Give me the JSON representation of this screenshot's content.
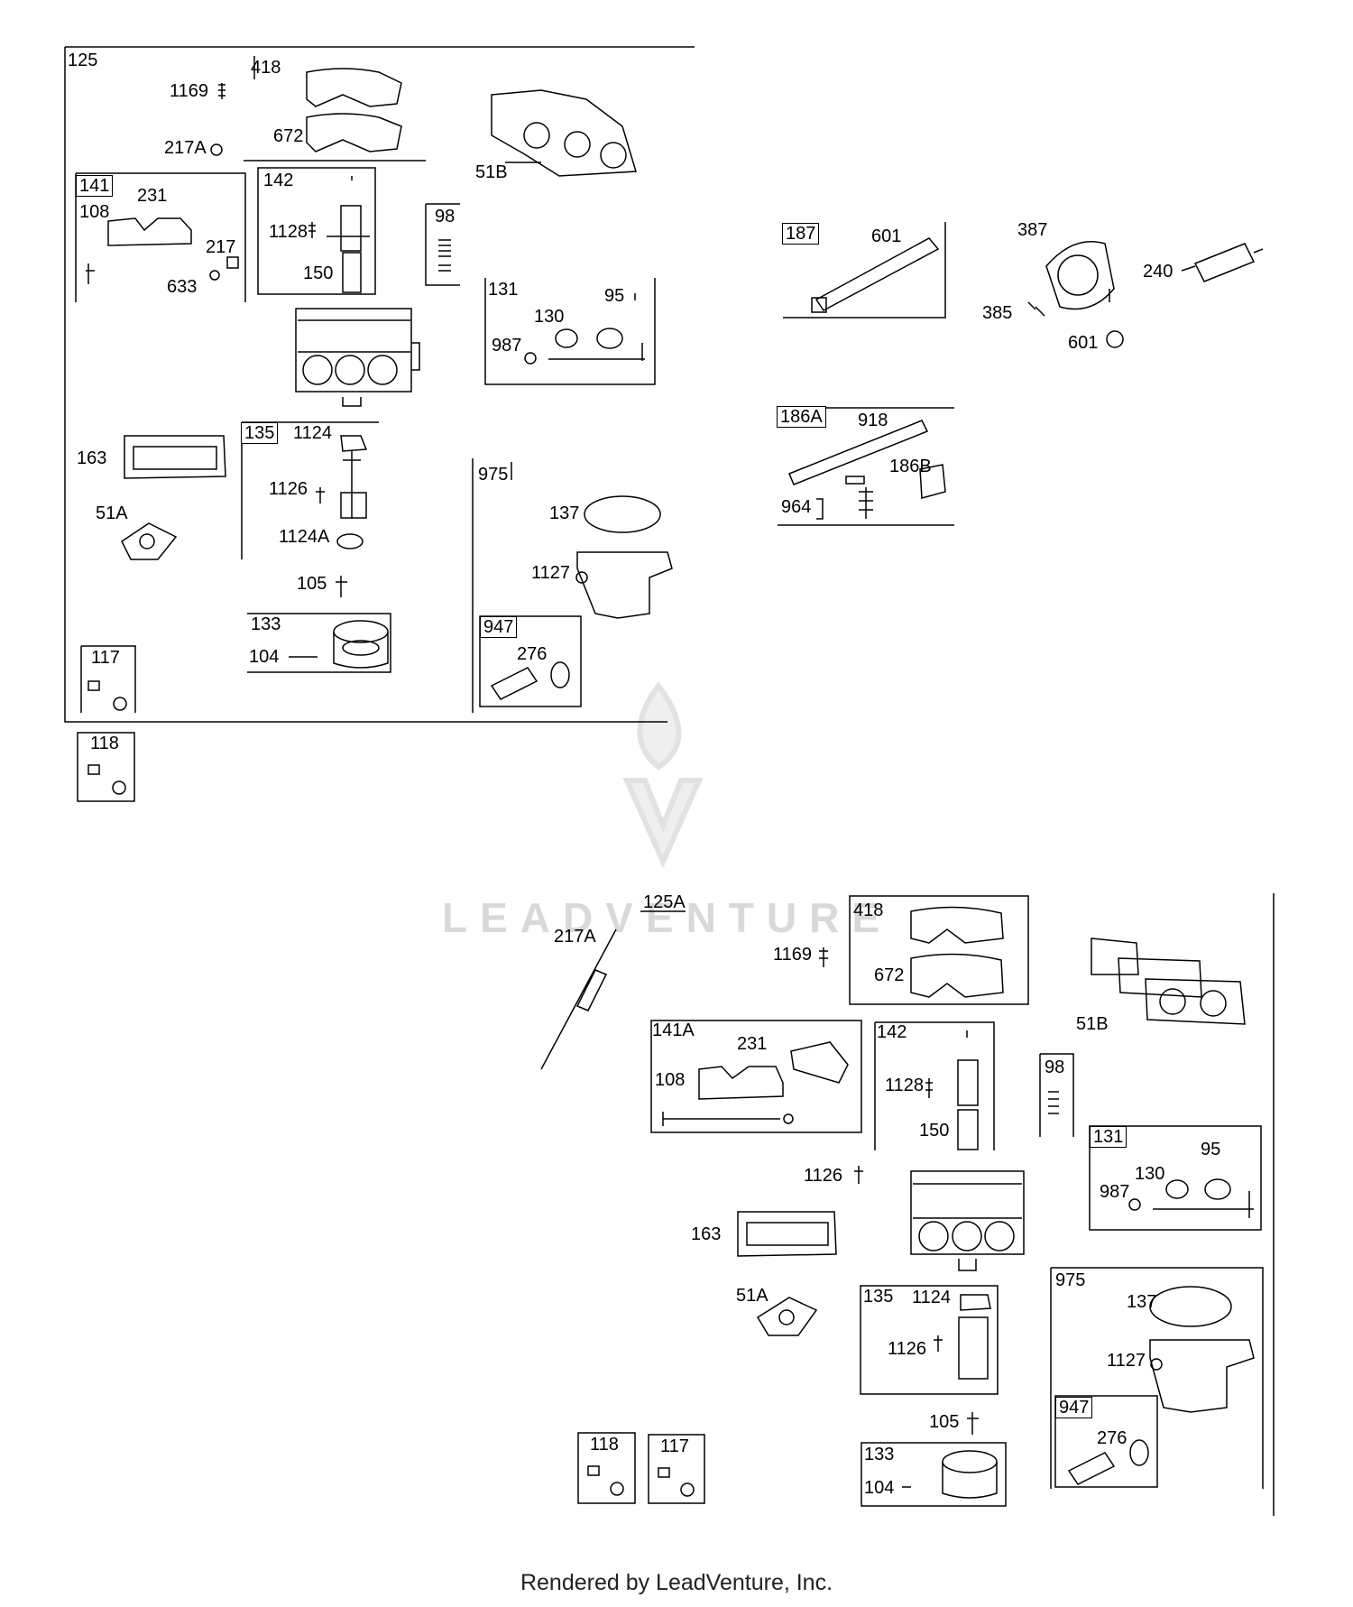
{
  "footer_text": "Rendered by LeadVenture, Inc.",
  "watermark_text": "LEADVENTURE",
  "group1": {
    "kit_125": "125",
    "kit_418": "418",
    "l_1169": "1169",
    "l_672": "672",
    "l_217A": "217A",
    "l_51B": "51B",
    "kit_141": "141",
    "l_231": "231",
    "l_108": "108",
    "l_217": "217",
    "l_633": "633",
    "kit_142": "142",
    "l_1128": "1128",
    "l_150": "150",
    "kit_98": "98",
    "kit_131": "131",
    "l_95": "95",
    "l_130": "130",
    "l_987": "987",
    "l_163": "163",
    "l_51A": "51A",
    "kit_135": "135",
    "l_1124": "1124",
    "l_1126": "1126",
    "l_1124A": "1124A",
    "l_105": "105",
    "kit_133": "133",
    "l_104": "104",
    "kit_975": "975",
    "l_137": "137",
    "l_1127": "1127",
    "kit_947": "947",
    "l_276": "276",
    "kit_117": "117",
    "kit_118": "118"
  },
  "group2": {
    "kit_187": "187",
    "l_601a": "601",
    "l_387": "387",
    "l_240": "240",
    "l_385": "385",
    "l_601b": "601",
    "kit_186A": "186A",
    "l_918": "918",
    "l_186B": "186B",
    "l_964": "964"
  },
  "group3": {
    "kit_125A": "125A",
    "l_217A": "217A",
    "kit_418": "418",
    "l_1169": "1169",
    "l_672": "672",
    "l_51B": "51B",
    "kit_141A": "141A",
    "l_231": "231",
    "l_108": "108",
    "kit_142": "142",
    "l_1128": "1128",
    "l_150": "150",
    "kit_98": "98",
    "kit_131": "131",
    "l_95": "95",
    "l_130": "130",
    "l_987": "987",
    "l_1126a": "1126",
    "l_163": "163",
    "l_51A": "51A",
    "kit_135": "135",
    "l_1124": "1124",
    "l_1126b": "1126",
    "l_105": "105",
    "kit_133": "133",
    "l_104": "104",
    "kit_975": "975",
    "l_137": "137",
    "l_1127": "1127",
    "kit_947": "947",
    "l_276": "276",
    "kit_118": "118",
    "kit_117": "117"
  }
}
